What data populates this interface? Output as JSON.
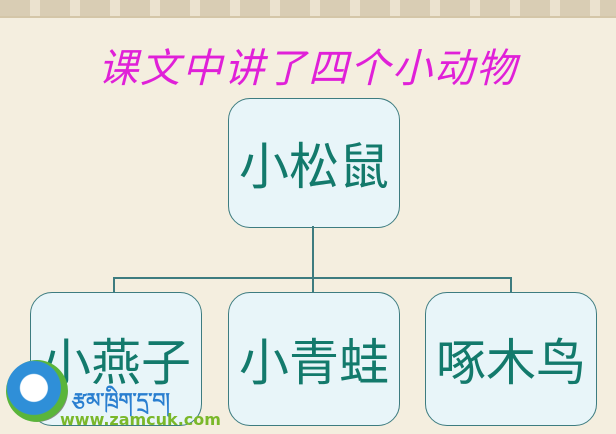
{
  "title": "课文中讲了四个小动物",
  "root": {
    "label": "小松鼠"
  },
  "children": [
    {
      "label": "小燕子"
    },
    {
      "label": "小青蛙"
    },
    {
      "label": "啄木鸟"
    }
  ],
  "watermark": {
    "tibetan": "རྩམ་ཁྲིག་དྲ་བ།",
    "url": "www.zamcuk.com"
  },
  "colors": {
    "title": "#e020d8",
    "node_text": "#137a6c",
    "node_fill": "#e8f5f9",
    "node_border": "#3d7c80"
  }
}
